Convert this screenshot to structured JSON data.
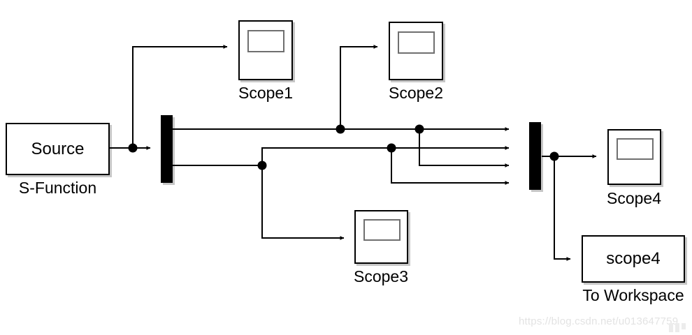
{
  "diagram": {
    "title": "Simulink block diagram",
    "background_color": "#ffffff",
    "line_color": "#000000",
    "block_fill": "#ffffff"
  },
  "blocks": {
    "source": {
      "text": "Source",
      "caption": "S-Function",
      "type": "s-function"
    },
    "scope1": {
      "text": "",
      "caption": "Scope1",
      "type": "scope"
    },
    "scope2": {
      "text": "",
      "caption": "Scope2",
      "type": "scope"
    },
    "scope3": {
      "text": "",
      "caption": "Scope3",
      "type": "scope"
    },
    "scope4": {
      "text": "",
      "caption": "Scope4",
      "type": "scope"
    },
    "to_workspace": {
      "text": "scope4",
      "caption": "To Workspace",
      "type": "to-workspace"
    },
    "demux": {
      "text": "",
      "caption": "",
      "type": "demux",
      "outputs": 2
    },
    "mux": {
      "text": "",
      "caption": "",
      "type": "mux",
      "inputs": 4
    }
  },
  "watermark": {
    "url": "https://blog.csdn.net/u013647759"
  }
}
